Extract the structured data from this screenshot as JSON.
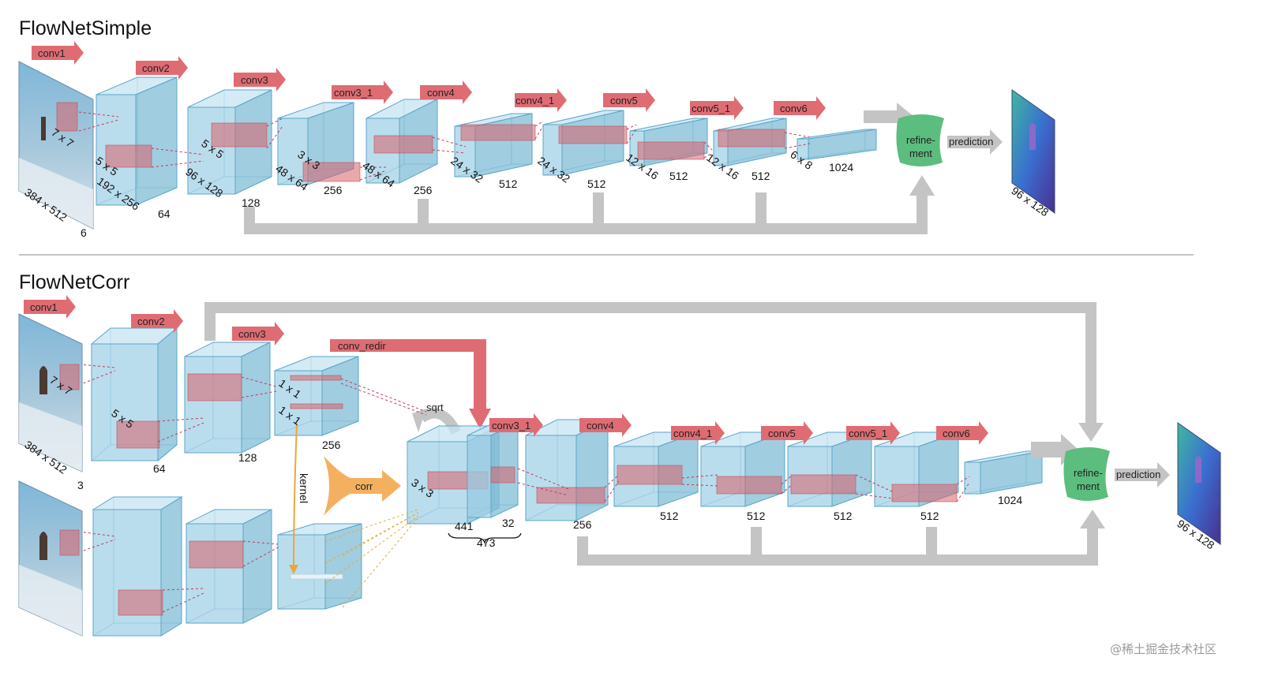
{
  "diagram": {
    "simple": {
      "title": "FlowNetSimple",
      "layers": [
        "conv1",
        "conv2",
        "conv3",
        "conv3_1",
        "conv4",
        "conv4_1",
        "conv5",
        "conv5_1",
        "conv6"
      ],
      "input_size": "384 x 512",
      "input_channels": "6",
      "kernels": [
        "7 x 7",
        "5 x 5",
        "5 x 5",
        "3 x 3"
      ],
      "sizes": [
        "192 x 256",
        "96 x 128",
        "48 x 64",
        "48 x 64",
        "24 x 32",
        "24 x 32",
        "12 x 16",
        "12 x 16",
        "6 x 8"
      ],
      "channels": [
        "64",
        "128",
        "256",
        "256",
        "512",
        "512",
        "512",
        "512",
        "1024"
      ],
      "refinement": "refine-\nment",
      "prediction": "prediction",
      "output_size": "96 x 128"
    },
    "corr": {
      "title": "FlowNetCorr",
      "layers": [
        "conv1",
        "conv2",
        "conv3",
        "conv_redir",
        "conv3_1",
        "conv4",
        "conv4_1",
        "conv5",
        "conv5_1",
        "conv6"
      ],
      "input_size": "384 x 512",
      "input_channels": "3",
      "kernels": [
        "7 x 7",
        "5 x 5",
        "1 x 1",
        "1 x 1",
        "3 x 3"
      ],
      "channels": [
        "64",
        "128",
        "256",
        "441",
        "32",
        "473",
        "256",
        "512",
        "512",
        "512",
        "512",
        "1024"
      ],
      "ops": [
        "sqrt",
        "kernel",
        "corr"
      ],
      "refinement": "refine-\nment",
      "prediction": "prediction",
      "output_size": "96 x 128"
    },
    "watermark": "@稀土掘金技术社区"
  }
}
